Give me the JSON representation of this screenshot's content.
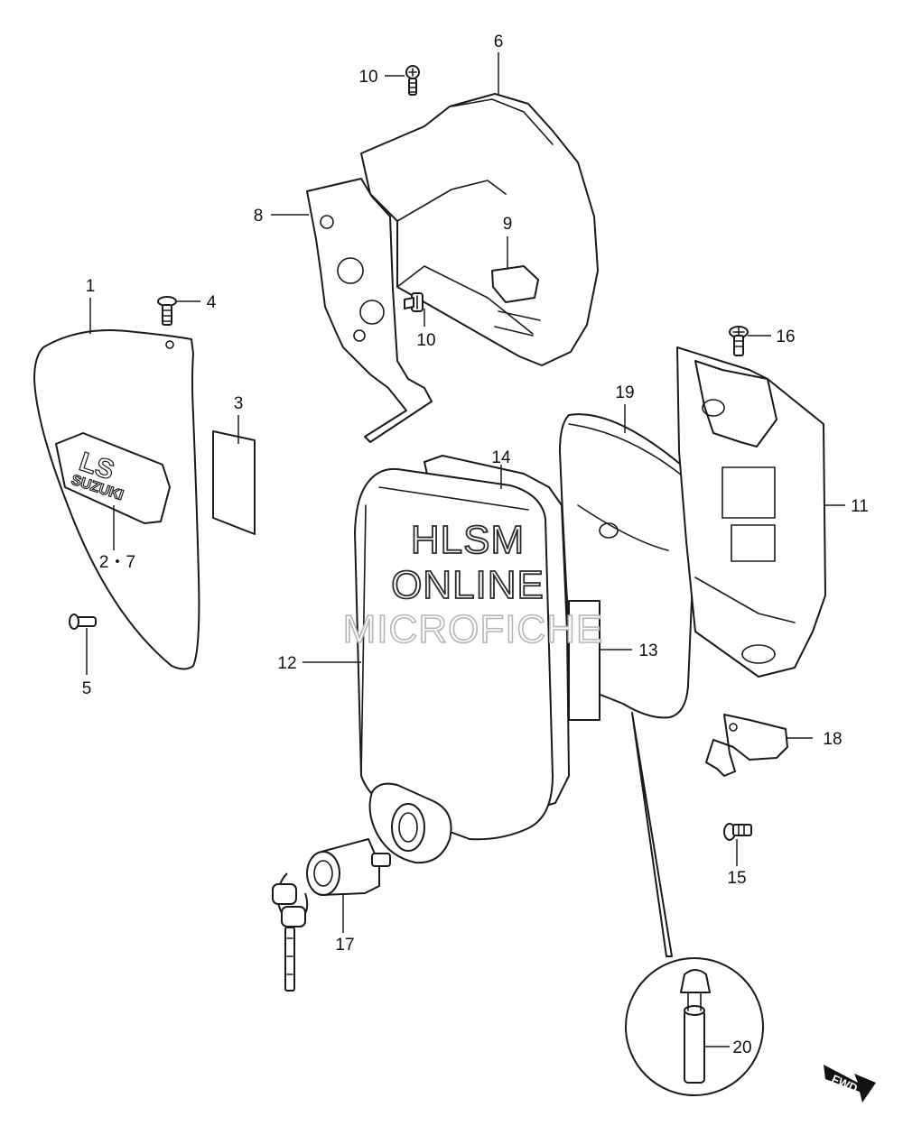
{
  "callouts": {
    "p1": "1",
    "p2_7": "2・7",
    "p3": "3",
    "p4": "4",
    "p5": "5",
    "p6": "6",
    "p8": "8",
    "p9": "9",
    "p10a": "10",
    "p10b": "10",
    "p11": "11",
    "p12": "12",
    "p13": "13",
    "p14": "14",
    "p15": "15",
    "p16": "16",
    "p17": "17",
    "p18": "18",
    "p19": "19",
    "p20": "20"
  },
  "emblem": {
    "model": "LS",
    "brand": "SUZUKI"
  },
  "watermark": {
    "line1": "HLSM",
    "line2": "ONLINE",
    "line3": "MICROFICHE"
  },
  "fwd_label": "FWD"
}
